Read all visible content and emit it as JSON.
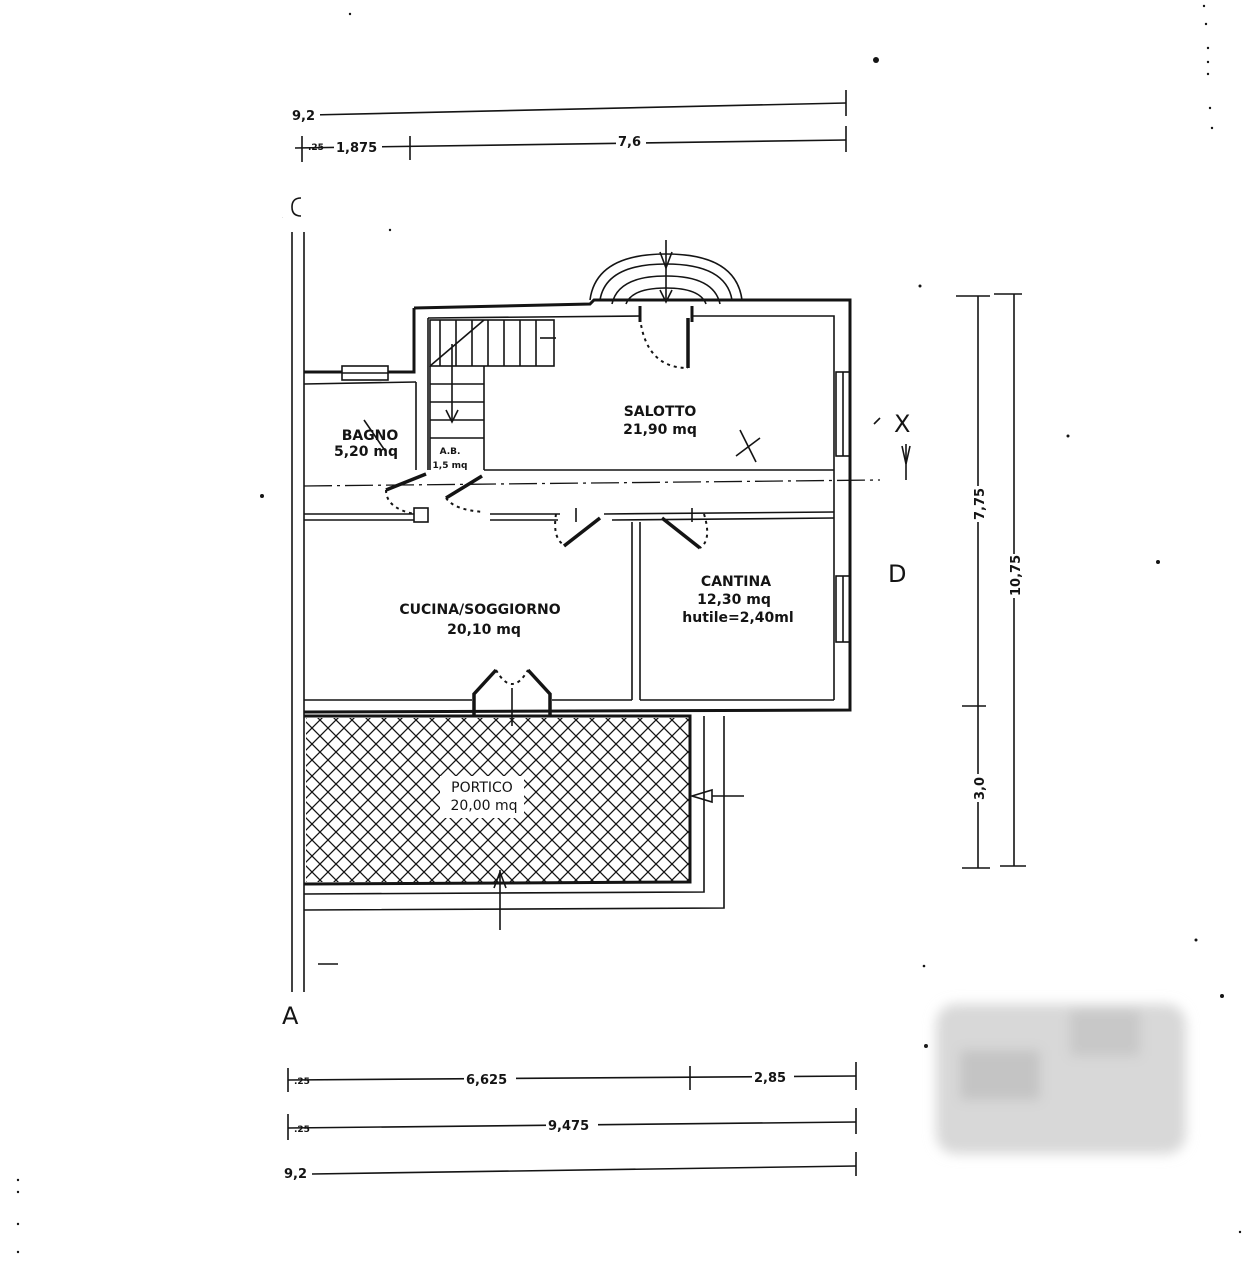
{
  "rooms": {
    "salotto": {
      "name": "SALOTTO",
      "area": "21,90 mq"
    },
    "bagno": {
      "name": "BAGNO",
      "area": "5,20 mq"
    },
    "ab": {
      "name": "A.B.",
      "area": "1,5 mq"
    },
    "cucina": {
      "name": "CUCINA/SOGGIORNO",
      "area": "20,10 mq"
    },
    "cantina": {
      "name": "CANTINA",
      "area": "12,30 mq",
      "note": "hutile=2,40ml"
    },
    "portico": {
      "name": "PORTICO",
      "area": "20,00 mq"
    }
  },
  "dimensions": {
    "top_total": "9,2",
    "top_a": "1,875",
    "top_b": "7,6",
    "top_wall": ".25",
    "bottom_a": "6,625",
    "bottom_b": "2,85",
    "bottom_c": "9,475",
    "bottom_total": "9,2",
    "bottom_wall_1": ".25",
    "bottom_wall_2": ".25",
    "right_a": "7,75",
    "right_b": "3,0",
    "right_total": "10,75"
  },
  "section_labels": {
    "a": "A",
    "c": "C",
    "d": "D",
    "x": "X"
  }
}
